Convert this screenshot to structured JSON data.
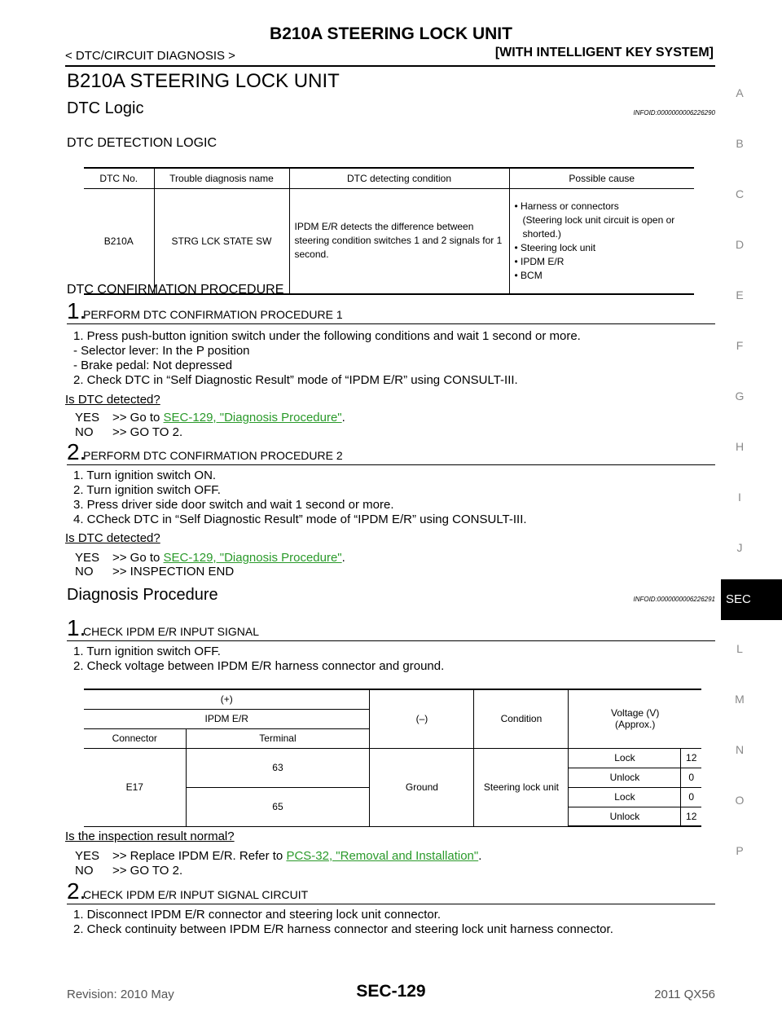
{
  "header": {
    "title": "B210A STEERING LOCK UNIT",
    "left": "< DTC/CIRCUIT DIAGNOSIS >",
    "right": "[WITH INTELLIGENT KEY SYSTEM]"
  },
  "main": {
    "title": "B210A STEERING LOCK UNIT",
    "dtc_logic": {
      "heading": "DTC Logic",
      "infoid": "INFOID:0000000006226290"
    },
    "dtc_detection_logic": "DTC DETECTION LOGIC",
    "dtc_table": {
      "headers": [
        "DTC No.",
        "Trouble diagnosis name",
        "DTC detecting condition",
        "Possible cause"
      ],
      "dtc_no": "B210A",
      "name": "STRG LCK STATE SW",
      "condition": "IPDM E/R detects the difference between steering condition switches 1 and 2 signals for 1 second.",
      "causes": [
        "• Harness or connectors",
        "(Steering lock unit circuit is open or",
        "shorted.)",
        "• Steering lock unit",
        "• IPDM E/R",
        "• BCM"
      ]
    },
    "confirmation_heading": "DTC CONFIRMATION PROCEDURE",
    "step1": {
      "num": "1.",
      "title": "PERFORM DTC CONFIRMATION PROCEDURE 1",
      "lines": [
        "1.   Press push-button ignition switch under the following conditions and wait 1 second or more.",
        "-    Selector lever: In the P position",
        "-    Brake pedal: Not depressed",
        "2.   Check DTC in “Self Diagnostic Result” mode of “IPDM E/R” using CONSULT-III."
      ],
      "question": "Is DTC detected?",
      "yes_label": "YES",
      "yes_text": ">> Go to",
      "yes_link": "SEC-129, \"Diagnosis Procedure\"",
      "no_label": "NO",
      "no_text": ">> GO TO 2."
    },
    "step2": {
      "num": "2.",
      "title": "PERFORM DTC CONFIRMATION PROCEDURE 2",
      "lines": [
        "1.   Turn ignition switch ON.",
        "2.   Turn ignition switch OFF.",
        "3.   Press driver side door switch and wait 1 second or more.",
        "4.   CCheck DTC in “Self Diagnostic Result” mode of “IPDM E/R” using CONSULT-III."
      ],
      "question": "Is DTC detected?",
      "yes_label": "YES",
      "yes_text": ">> Go to",
      "yes_link": "SEC-129, \"Diagnosis Procedure\"",
      "no_label": "NO",
      "no_text": ">> INSPECTION END"
    },
    "diag_proc": {
      "heading": "Diagnosis Procedure",
      "infoid": "INFOID:0000000006226291"
    },
    "step3": {
      "num": "1.",
      "title": "CHECK IPDM E/R INPUT SIGNAL",
      "lines": [
        "1.   Turn ignition switch OFF.",
        "2.   Check voltage between IPDM E/R harness connector and ground."
      ],
      "question": "Is the inspection result normal?",
      "yes_label": "YES",
      "yes_text": ">> Replace IPDM E/R. Refer to",
      "yes_link": "PCS-32, \"Removal and Installation\"",
      "no_label": "NO",
      "no_text": ">> GO TO 2."
    },
    "voltage_table": {
      "plus": "(+)",
      "ipdm": "IPDM E/R",
      "connector_h": "Connector",
      "terminal_h": "Terminal",
      "minus": "(–)",
      "condition_h": "Condition",
      "voltage_h1": "Voltage (V)",
      "voltage_h2": "(Approx.)",
      "connector": "E17",
      "ground": "Ground",
      "condition": "Steering lock unit",
      "rows": [
        {
          "terminal": "63",
          "state": "Lock",
          "voltage": "12"
        },
        {
          "state": "Unlock",
          "voltage": "0"
        },
        {
          "terminal": "65",
          "state": "Lock",
          "voltage": "0"
        },
        {
          "state": "Unlock",
          "voltage": "12"
        }
      ]
    },
    "step4": {
      "num": "2.",
      "title": "CHECK IPDM E/R INPUT SIGNAL CIRCUIT",
      "lines": [
        "1.   Disconnect IPDM E/R connector and steering lock unit connector.",
        "2.   Check continuity between IPDM E/R harness connector and steering lock unit harness connector."
      ]
    }
  },
  "sidebar": {
    "letters": [
      "A",
      "B",
      "C",
      "D",
      "E",
      "F",
      "G",
      "H",
      "I",
      "J",
      "L",
      "M",
      "N",
      "O",
      "P"
    ],
    "active": "SEC"
  },
  "footer": {
    "revision": "Revision: 2010 May",
    "page": "SEC-129",
    "model": "2011 QX56"
  }
}
